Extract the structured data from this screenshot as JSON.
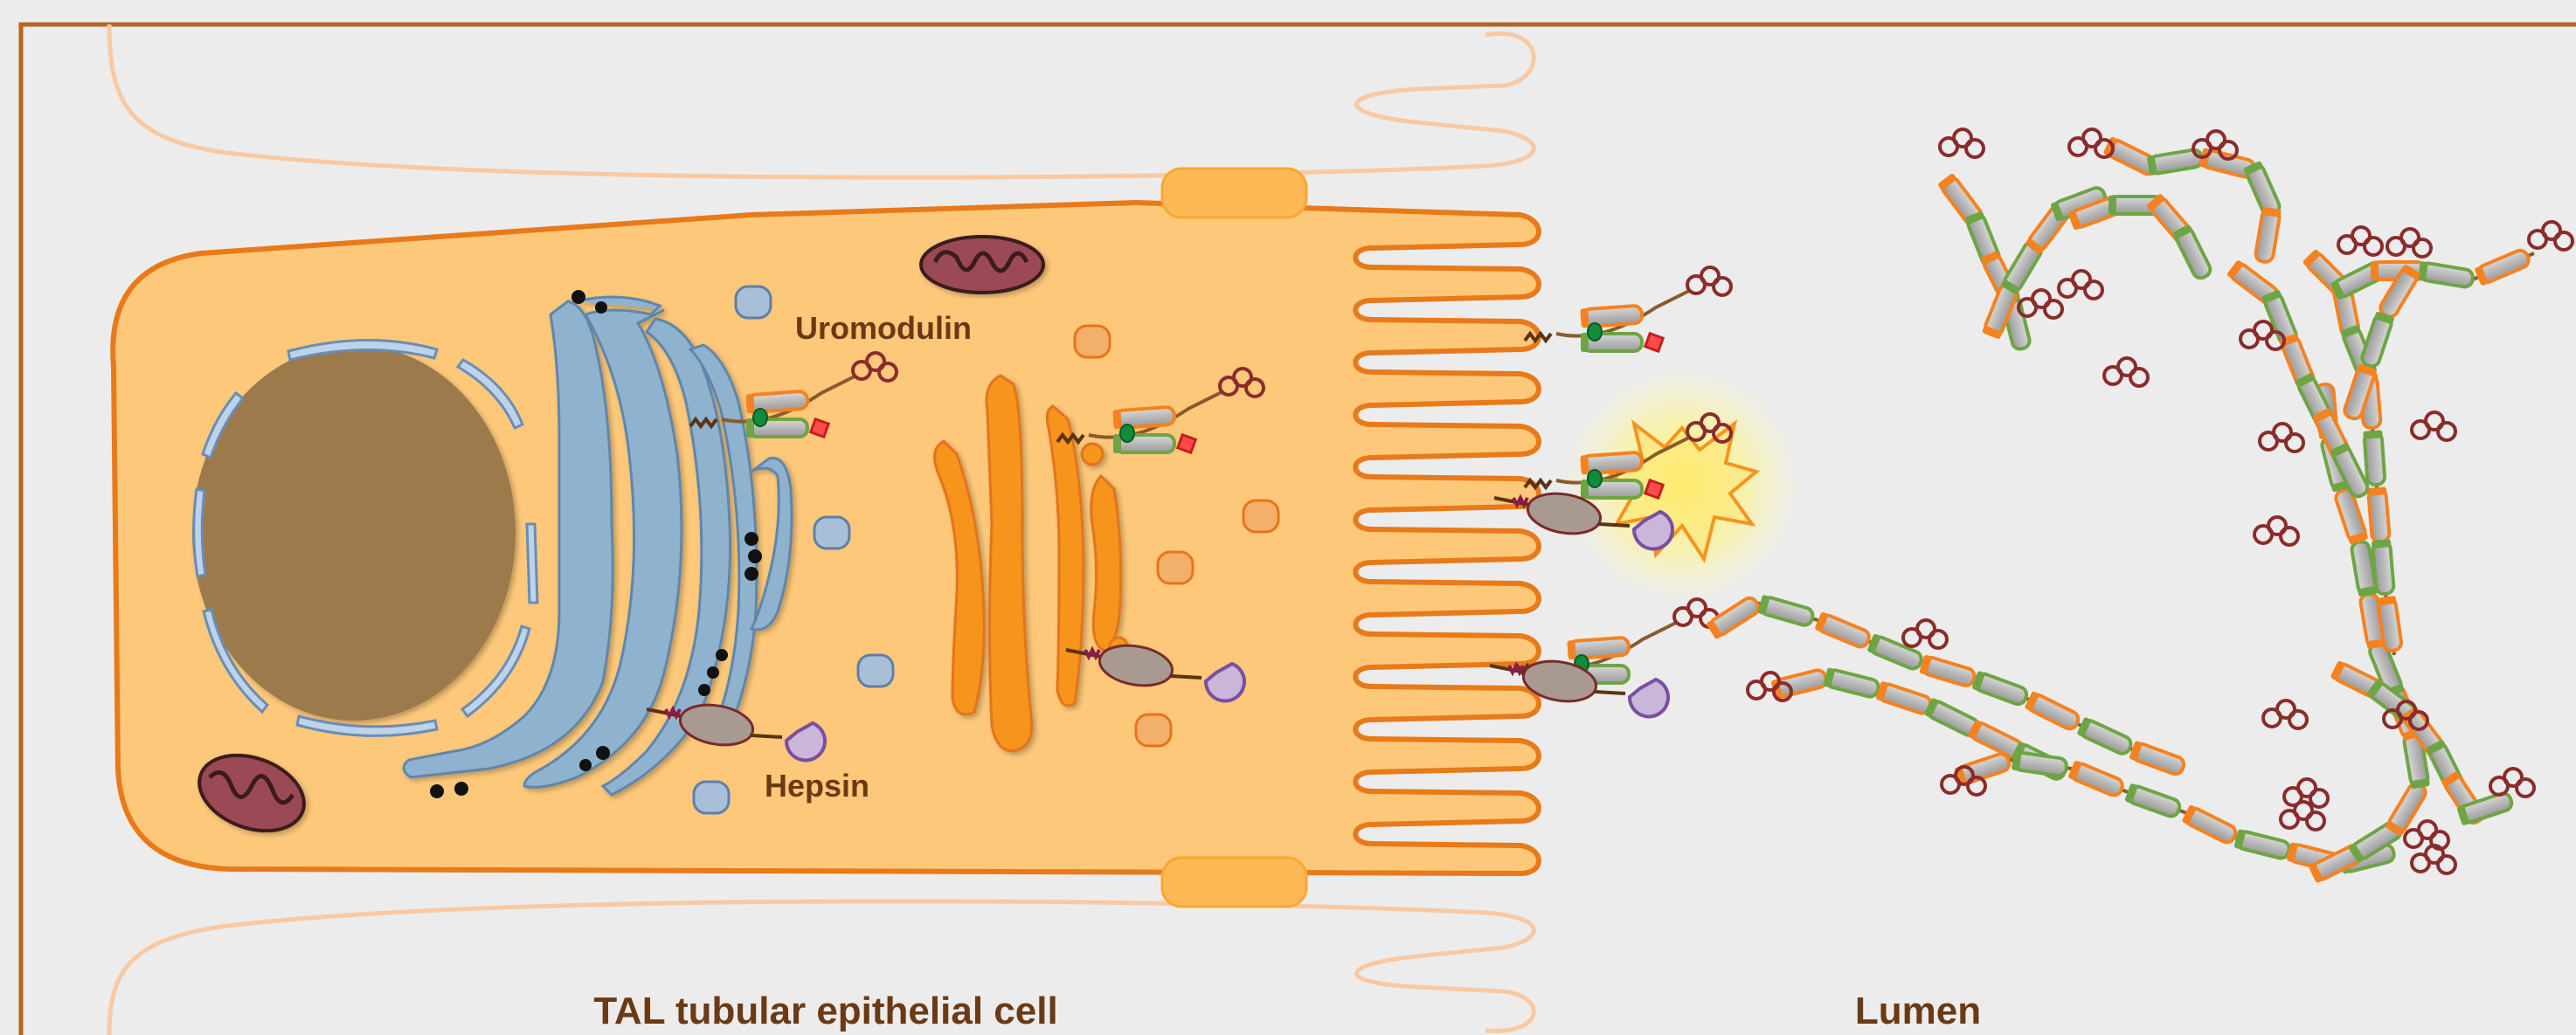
{
  "labels": {
    "uromodulin": "Uromodulin",
    "hepsin": "Hepsin",
    "cell": "TAL tubular epithelial cell",
    "lumen": "Lumen"
  },
  "colors": {
    "frame": "#b5651d",
    "label": "#6b3a14",
    "cytoplasm": "#fdc87a",
    "cell_outline": "#e87a1a",
    "neighbor_outline": "#f9c9a2",
    "nucleus": "#9c7a4c",
    "er": "#8fb3cf",
    "golgi": "#f7941d",
    "mitochondrion": "#9b4a55",
    "protein_orange": "#f58220",
    "protein_green": "#6ea544",
    "protein_purple": "#7b4ea0",
    "hepsin_body": "#a89a90",
    "sugar": "#8b2c2c",
    "spark": "#ffe84a"
  },
  "icons": {
    "cleavage": "starburst-icon",
    "carbohydrate": "glycan-icon",
    "cell_junction": "junction-icon"
  }
}
